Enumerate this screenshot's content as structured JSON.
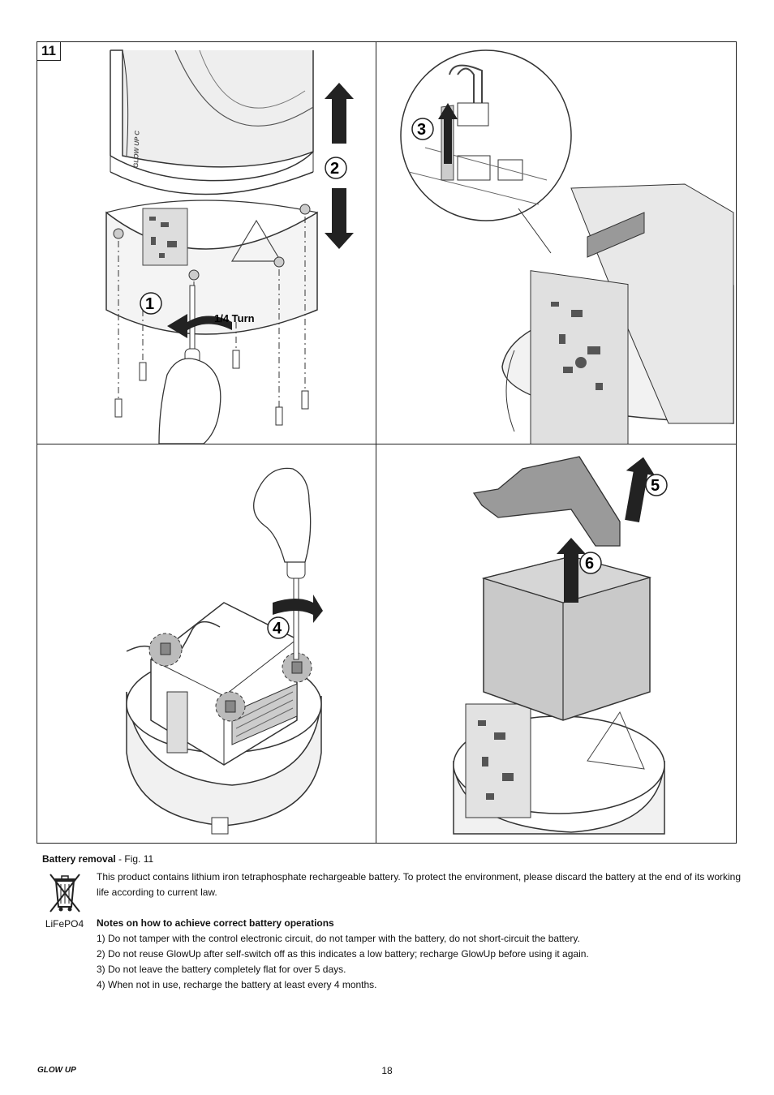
{
  "figure": {
    "number": "11",
    "steps": [
      "1",
      "2",
      "3",
      "4",
      "5",
      "6"
    ],
    "turn_label": "1/4 Turn",
    "device_label": "GLOW UP C"
  },
  "section": {
    "title": "Battery removal",
    "fig_ref": " - Fig. 11",
    "intro": "This product contains lithium iron tetraphosphate rechargeable battery. To protect the environment, please discard the battery at the end of its working life according to current law.",
    "recycle_label": "LiFePO4",
    "notes_title": "Notes on how to achieve correct battery operations",
    "notes": [
      "1) Do not tamper with the control electronic circuit, do not tamper with the battery, do not short-circuit the battery.",
      "2) Do not reuse GlowUp after self-switch off as this indicates a low battery; recharge GlowUp before using it again.",
      "3) Do not leave the battery completely flat for over 5 days.",
      "4) When not in use, recharge the battery at least every 4 months."
    ]
  },
  "footer": {
    "brand": "GLOW UP",
    "page": "18"
  },
  "icons": [
    "crossed-bin-icon",
    "up-arrow-icon",
    "down-arrow-icon",
    "rotate-arrow-icon",
    "screwdriver-icon",
    "screw-icon"
  ]
}
